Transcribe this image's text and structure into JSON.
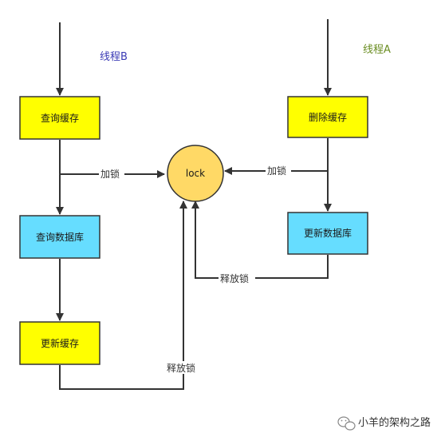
{
  "threads": {
    "b": {
      "label": "线程B",
      "color": "#3b3bb5"
    },
    "a": {
      "label": "线程A",
      "color": "#6b8e23"
    }
  },
  "nodes": {
    "query_cache": {
      "label": "查询缓存",
      "fill": "#ffff00"
    },
    "query_db": {
      "label": "查询数据库",
      "fill": "#66ddff"
    },
    "update_cache": {
      "label": "更新缓存",
      "fill": "#ffff00"
    },
    "delete_cache": {
      "label": "删除缓存",
      "fill": "#ffff00"
    },
    "update_db": {
      "label": "更新数据库",
      "fill": "#66ddff"
    },
    "lock": {
      "label": "lock",
      "fill": "#ffd966"
    }
  },
  "edges": {
    "b_lock": "加锁",
    "a_lock": "加锁",
    "a_release": "释放锁",
    "b_release": "释放锁"
  },
  "watermark": {
    "text": "小羊的架构之路",
    "icon": "wechat-icon"
  }
}
